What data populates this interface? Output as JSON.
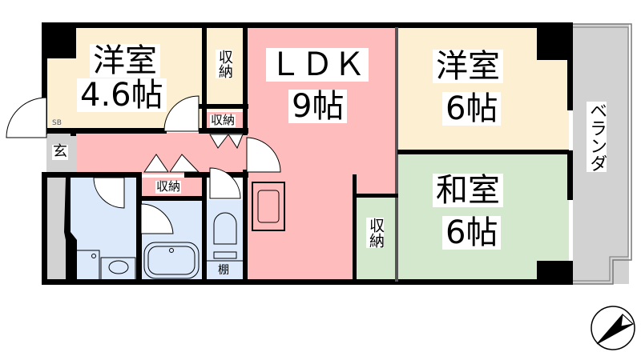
{
  "rooms": {
    "western_small": {
      "name": "洋室",
      "size": "4.6帖"
    },
    "storage_top": {
      "name": "収納"
    },
    "storage_hall": {
      "name": "収納"
    },
    "ldk": {
      "name": "ＬＤＫ",
      "size": "9帖"
    },
    "western_large": {
      "name": "洋室",
      "size": "6帖"
    },
    "japanese": {
      "name": "和室",
      "size": "6帖"
    },
    "storage_right": {
      "name": "収納"
    },
    "storage_bath": {
      "name": "収納"
    },
    "entrance": {
      "name": "玄"
    },
    "shoe_box": {
      "name": "SB"
    },
    "shelf": {
      "name": "棚"
    },
    "veranda": {
      "name": "ベランダ"
    }
  },
  "colors": {
    "western": "#fdf0d2",
    "ldk": "#ffbcbc",
    "wet": "#dbe9fb",
    "japanese": "#d3e8cd",
    "gray": "#d2d2d2"
  }
}
